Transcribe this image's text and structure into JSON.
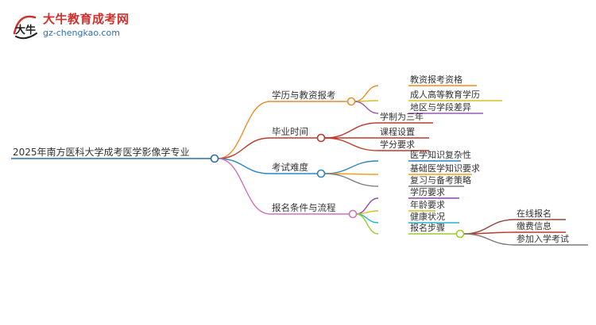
{
  "brand": {
    "title": "大牛教育成考网",
    "url": "gz-chengkao.com",
    "mark_text": "大牛"
  },
  "root": {
    "label": "2025年南方医科大学成考医学影像学专业"
  },
  "branches": [
    {
      "label": "学历与教资报考",
      "color": "#f08a24",
      "children": [
        {
          "label": "教资报考资格",
          "color": "#f08a24"
        },
        {
          "label": "成人高等教育学历",
          "color": "#d8c020"
        },
        {
          "label": "地区与学段差异",
          "color": "#9b59b6"
        }
      ]
    },
    {
      "label": "毕业时间",
      "color": "#c0392b",
      "children": [
        {
          "label": "学制为三年",
          "color": "#c0392b"
        },
        {
          "label": "课程设置",
          "color": "#c0392b"
        },
        {
          "label": "学分要求",
          "color": "#c0392b"
        }
      ]
    },
    {
      "label": "考试难度",
      "color": "#2e86c1",
      "children": [
        {
          "label": "医学知识复杂性",
          "color": "#2e86c1"
        },
        {
          "label": "基础医学知识要求",
          "color": "#f0a020"
        },
        {
          "label": "复习与备考策略",
          "color": "#7a7a7a"
        }
      ]
    },
    {
      "label": "报名条件与流程",
      "color": "#d070c0",
      "children": [
        {
          "label": "学历要求",
          "color": "#8e44ad"
        },
        {
          "label": "年龄要求",
          "color": "#d8c020"
        },
        {
          "label": "健康状况",
          "color": "#1fb5c8"
        },
        {
          "label": "报名步骤",
          "color": "#9ccc30",
          "children": [
            {
              "label": "在线报名",
              "color": "#8b4a3a"
            },
            {
              "label": "缴费信息",
              "color": "#c0392b"
            },
            {
              "label": "参加入学考试",
              "color": "#7a7a7a"
            }
          ]
        }
      ]
    }
  ]
}
